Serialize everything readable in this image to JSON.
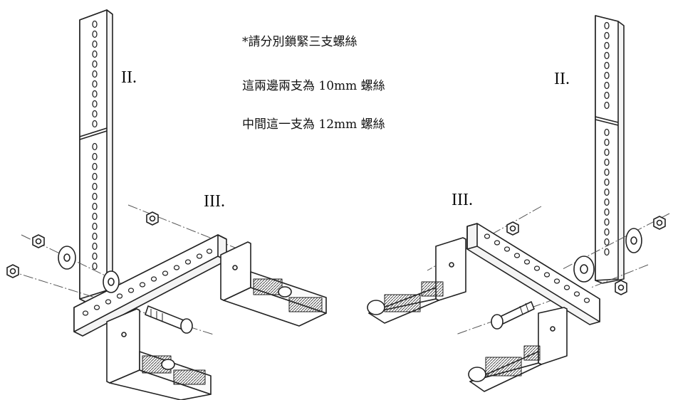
{
  "notes": {
    "line1": "*請分別鎖緊三支螺絲",
    "line2": "這兩邊兩支為 10mm 螺絲",
    "line3": "中間這一支為 12mm 螺絲"
  },
  "labels": {
    "left_upright": "II.",
    "left_crossbar": "III.",
    "right_upright": "II.",
    "right_crossbar": "III."
  }
}
